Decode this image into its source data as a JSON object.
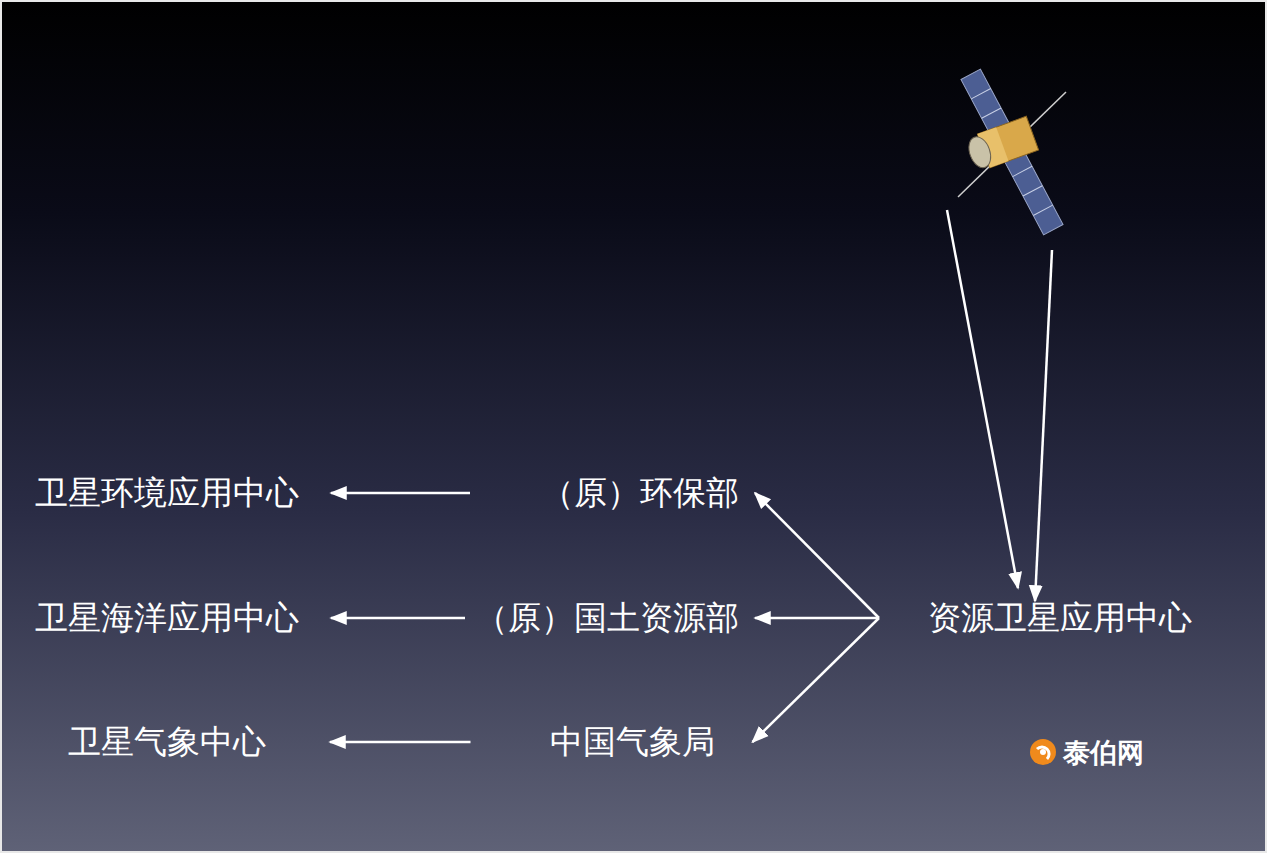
{
  "diagram": {
    "nodes": [
      {
        "text": [
          "卫星环境应用中心"
        ]
      },
      {
        "text": [
          "（原）环保部"
        ]
      },
      {
        "text": [
          "卫星海洋应用中心"
        ]
      },
      {
        "text": [
          "（原）国土资源部"
        ]
      },
      {
        "text": [
          "资源卫星应用中心"
        ]
      },
      {
        "text": [
          "卫星气象中心"
        ]
      },
      {
        "text": [
          "中国气象局"
        ]
      }
    ],
    "edges": [
      {
        "from": 1,
        "to": 0,
        "arrow": "to"
      },
      {
        "from": 3,
        "to": 2,
        "arrow": "to"
      },
      {
        "from": 6,
        "to": 5,
        "arrow": "to"
      },
      {
        "from": 4,
        "to": 1,
        "arrow": "to"
      },
      {
        "from": 4,
        "to": 3,
        "arrow": "to"
      },
      {
        "from": 4,
        "to": 6,
        "arrow": "to"
      }
    ],
    "labels": [
      "泰伯网"
    ]
  }
}
